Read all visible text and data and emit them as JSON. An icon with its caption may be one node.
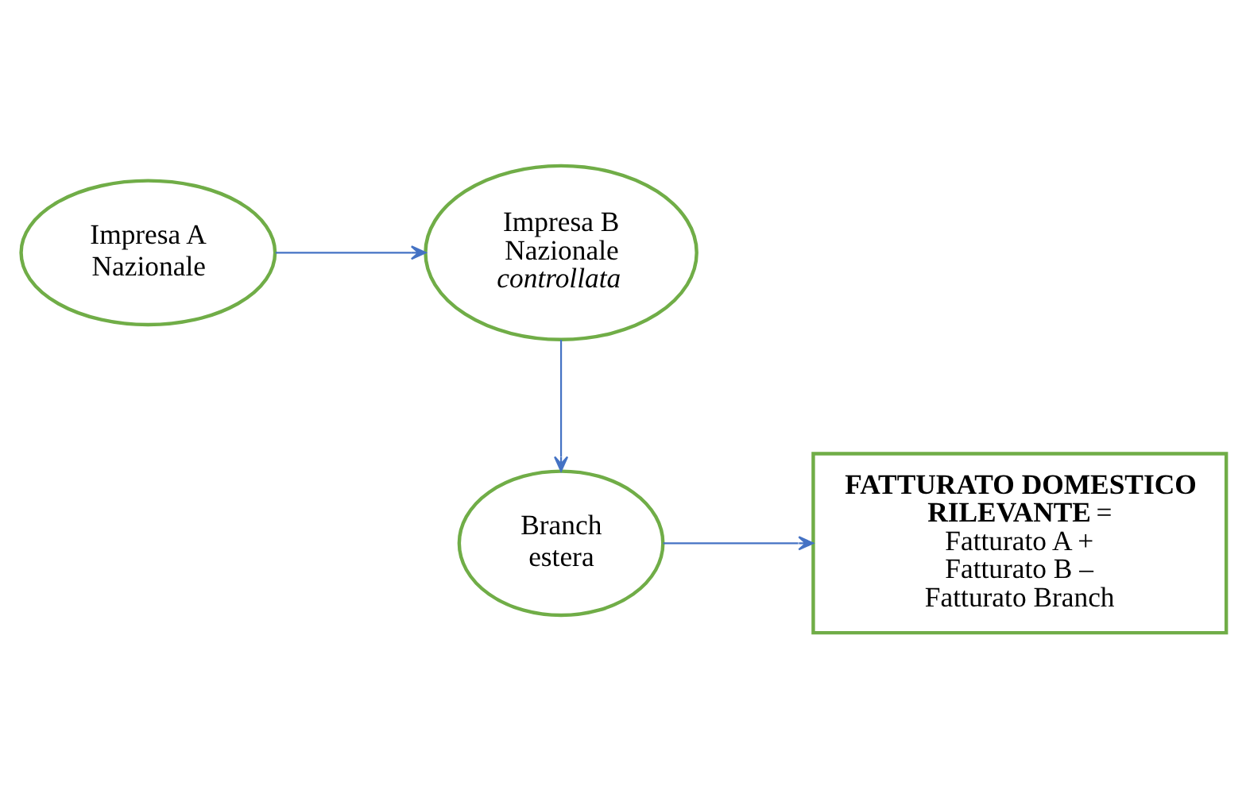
{
  "diagram": {
    "nodes": [
      {
        "text": [
          "Impresa A Nazionale"
        ]
      },
      {
        "text": [
          "Impresa B Nazionale *controllata*"
        ]
      },
      {
        "text": [
          "Branch estera"
        ]
      },
      {
        "text": [
          "**FATTURATO DOMESTICO RILEVANTE** = Fatturato A + Fatturato B – Fatturato Branch"
        ]
      }
    ],
    "edges": [
      {
        "from": 0,
        "to": 1,
        "arrow": "to"
      },
      {
        "from": 1,
        "to": 2,
        "arrow": "to"
      },
      {
        "from": 2,
        "to": 3,
        "arrow": "to"
      }
    ]
  }
}
